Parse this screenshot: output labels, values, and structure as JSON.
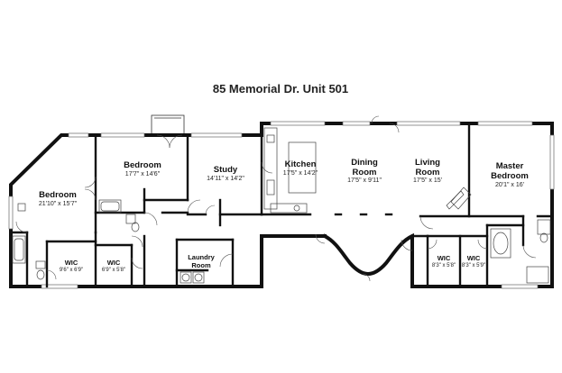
{
  "title": "85 Memorial Dr. Unit 501",
  "rooms": {
    "bedroom_left": {
      "name": "Bedroom",
      "dims": "21'10\" x 15'7\""
    },
    "bedroom_top": {
      "name": "Bedroom",
      "dims": "17'7\" x 14'6\""
    },
    "study": {
      "name": "Study",
      "dims": "14'11\" x 14'2\""
    },
    "kitchen": {
      "name": "Kitchen",
      "dims": "17'5\" x 14'2\""
    },
    "dining": {
      "name_line1": "Dining",
      "name_line2": "Room",
      "dims": "17'5\" x 9'11\""
    },
    "living": {
      "name_line1": "Living",
      "name_line2": "Room",
      "dims": "17'5\" x 15'"
    },
    "master": {
      "name_line1": "Master",
      "name_line2": "Bedroom",
      "dims": "20'1\" x 16'"
    },
    "laundry": {
      "name_line1": "Laundry",
      "name_line2": "Room"
    },
    "wic1": {
      "name": "WIC",
      "dims": "9'6\" x 6'9\""
    },
    "wic2": {
      "name": "WIC",
      "dims": "6'9\" x 5'8\""
    },
    "wic3": {
      "name": "WIC",
      "dims": "8'3\" x 5'8\""
    },
    "wic4": {
      "name": "WIC",
      "dims": "8'3\" x 5'9\""
    }
  }
}
